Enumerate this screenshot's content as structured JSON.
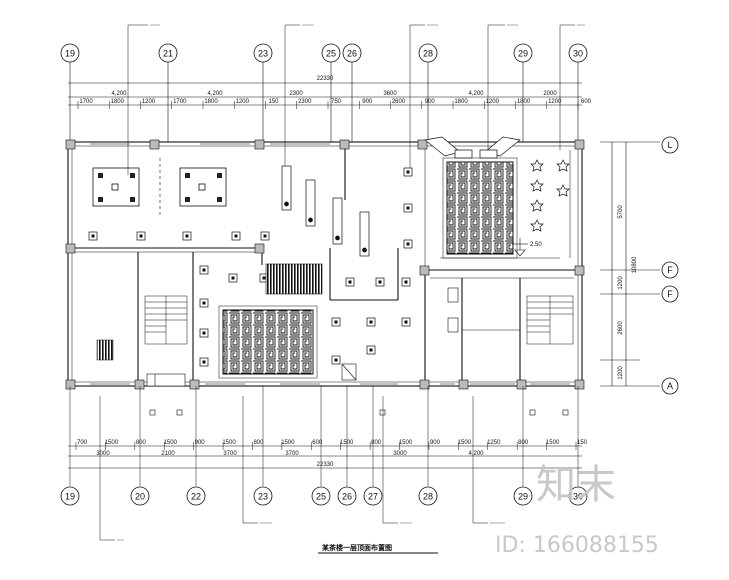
{
  "top_axes": [
    "19",
    "21",
    "23",
    "25",
    "26",
    "28",
    "29",
    "30"
  ],
  "bottom_axes": [
    "19",
    "20",
    "22",
    "23",
    "25",
    "26",
    "27",
    "28",
    "29",
    "30"
  ],
  "right_axes": [
    "L",
    "F",
    "F",
    "A"
  ],
  "top_total": "22330",
  "top_row1": [
    "4,200",
    "4,200",
    "2300",
    "3600",
    "4,200",
    "2000"
  ],
  "top_row2": [
    "1700",
    "1800",
    "1200",
    "1700",
    "1800",
    "1200",
    "150",
    "2300",
    "750",
    "900",
    "2600",
    "900",
    "1800",
    "1200",
    "1800",
    "1200",
    "600"
  ],
  "bottom_total": "22330",
  "bottom_row1": [
    "3000",
    "2100",
    "3700",
    "3700",
    "3000",
    "4,200"
  ],
  "bottom_row2": [
    "700",
    "1500",
    "800",
    "1500",
    "900",
    "1500",
    "800",
    "1500",
    "600",
    "1500",
    "800",
    "1500",
    "900",
    "1500",
    "1250",
    "800",
    "1500",
    "150"
  ],
  "right_dims": [
    "5700",
    "1200",
    "2600",
    "1200"
  ],
  "right_total": "10800",
  "elevation_mark": "2.50",
  "drawing_title": "某茶楼一层顶面布置图",
  "watermark_logo": "知末",
  "watermark_id": "ID: 166088155"
}
